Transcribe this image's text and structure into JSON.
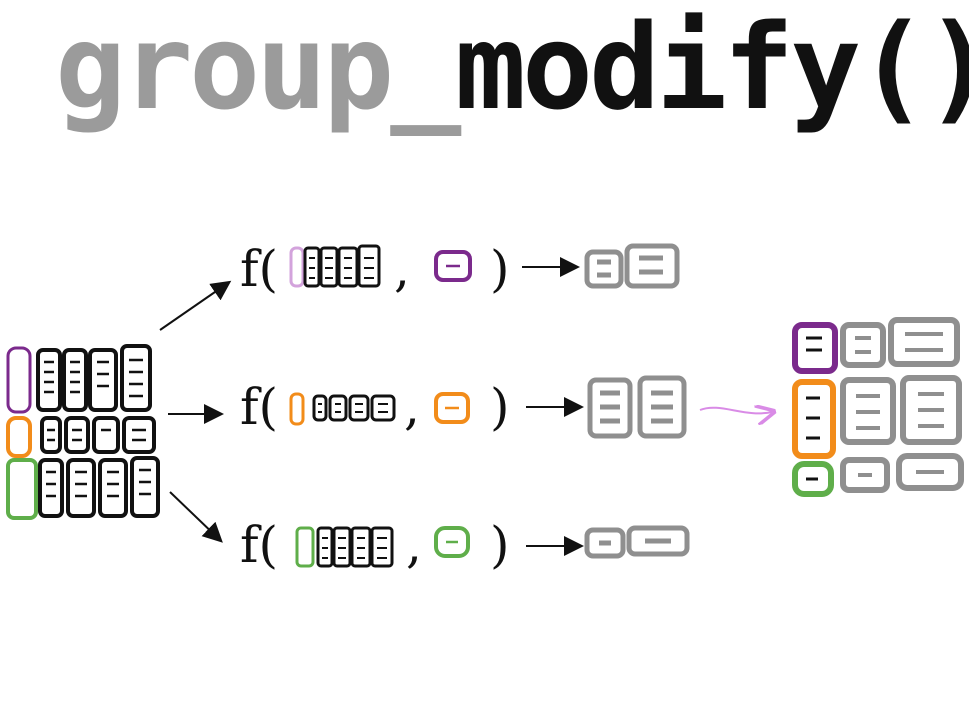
{
  "title": {
    "gray_part": "group_",
    "black_part": "modify()"
  },
  "colors": {
    "black": "#111111",
    "gray": "#8f8f8f",
    "title_gray": "#9b9b9b",
    "purple": "#7b2a8c",
    "orange": "#f28c1a",
    "green": "#5fae4a",
    "pink_arrow": "#d98be6"
  },
  "rows": [
    {
      "fn": "f(",
      "sep": ",",
      "close": ")",
      "key_color": "purple"
    },
    {
      "fn": "f(",
      "sep": ",",
      "close": ")",
      "key_color": "orange"
    },
    {
      "fn": "f(",
      "sep": ",",
      "close": ")",
      "key_color": "green"
    }
  ]
}
